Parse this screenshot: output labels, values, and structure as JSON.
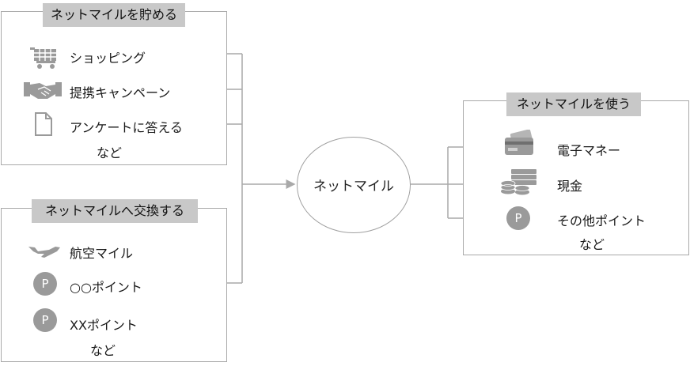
{
  "earn": {
    "title": "ネットマイルを貯める",
    "items": [
      {
        "label": "ショッピング",
        "icon": "shopping-cart-icon"
      },
      {
        "label": "提携キャンペーン",
        "icon": "handshake-icon"
      },
      {
        "label": "アンケートに答える",
        "icon": "document-icon"
      }
    ],
    "more": "など"
  },
  "exchange_in": {
    "title": "ネットマイルへ交換する",
    "items": [
      {
        "label": "航空マイル",
        "icon": "airplane-icon"
      },
      {
        "label": "○○ポイント",
        "icon": "p-point-icon",
        "glyph": "P"
      },
      {
        "label": "XXポイント",
        "icon": "p-point-icon",
        "glyph": "P"
      }
    ],
    "more": "など"
  },
  "center": {
    "label": "ネットマイル"
  },
  "use": {
    "title": "ネットマイルを使う",
    "items": [
      {
        "label": "電子マネー",
        "icon": "card-icon"
      },
      {
        "label": "現金",
        "icon": "cash-coins-icon"
      },
      {
        "label": "その他ポイント",
        "icon": "p-point-icon",
        "glyph": "P"
      }
    ],
    "more": "など"
  },
  "colors": {
    "line": "#a9a9a9",
    "label_bg": "#c8c8c8",
    "icon": "#9a9a9a"
  }
}
